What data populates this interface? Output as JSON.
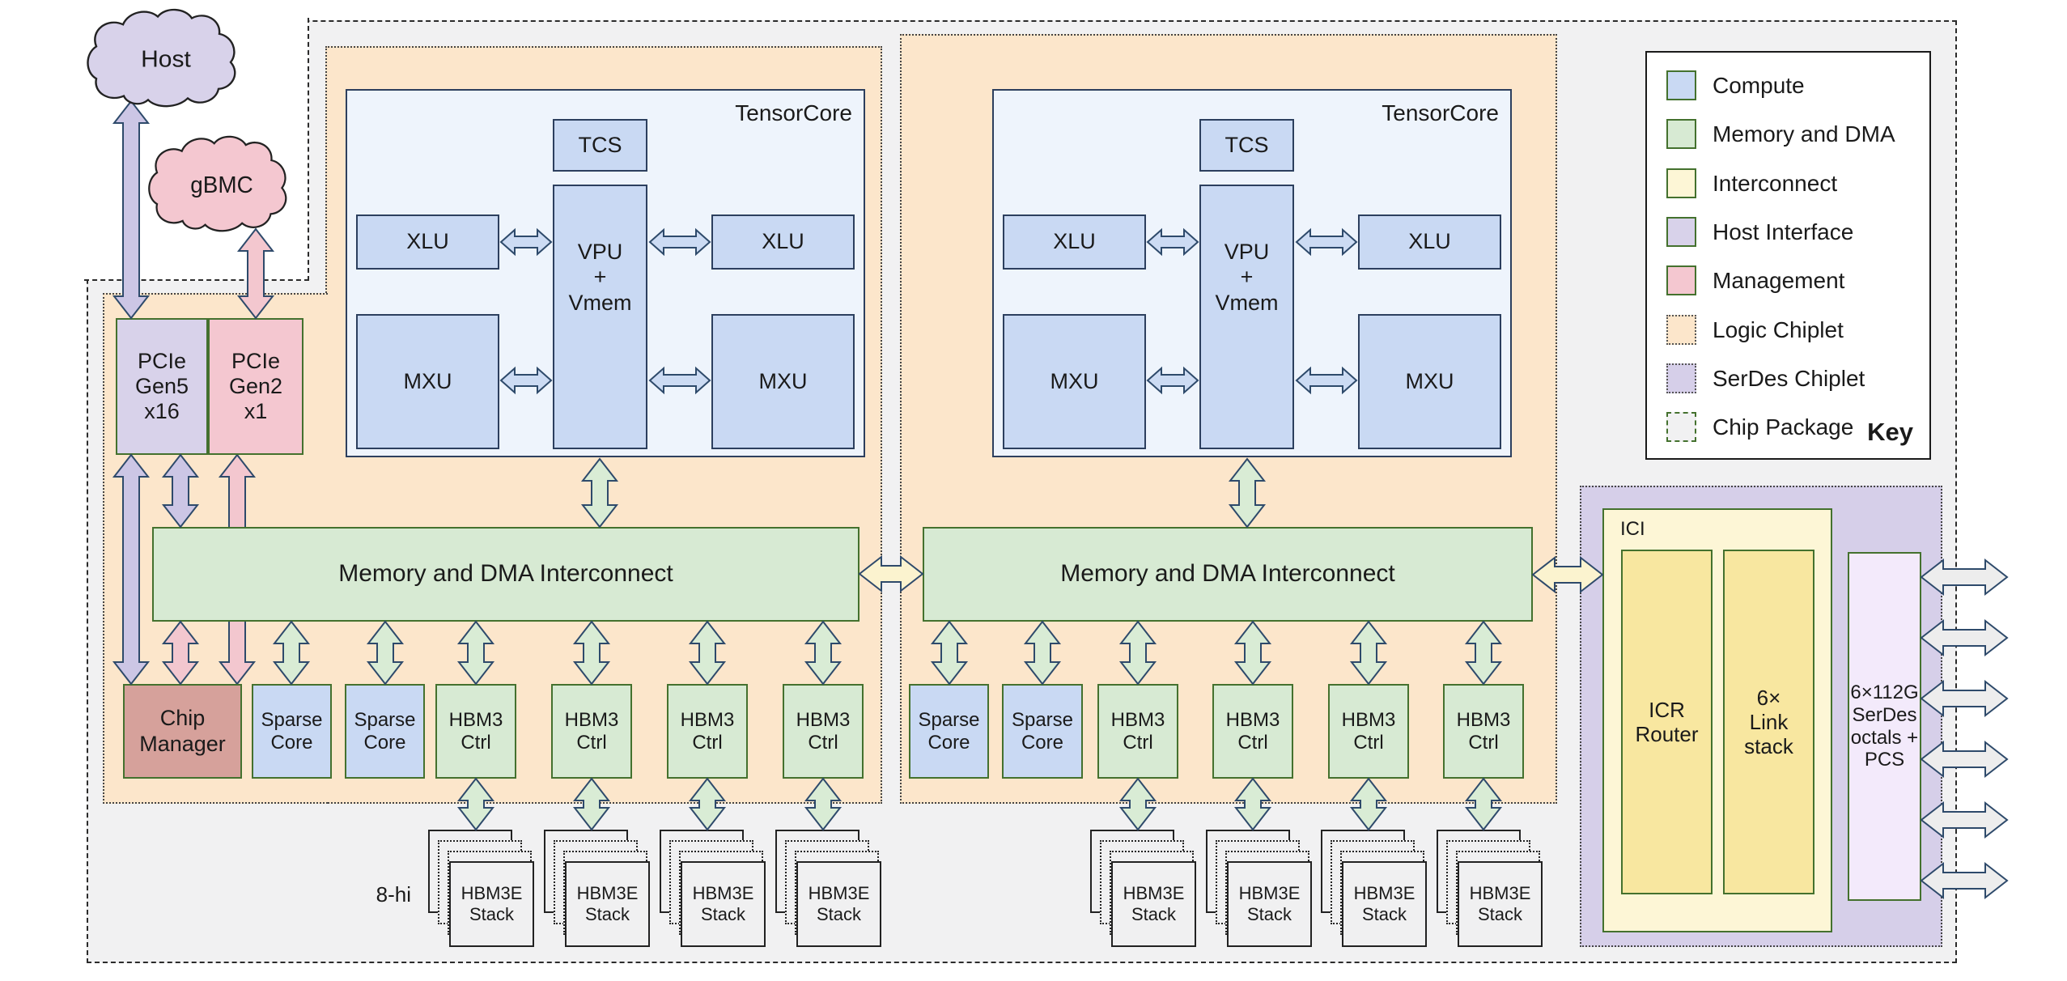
{
  "clouds": {
    "host": "Host",
    "gbmc": "gBMC"
  },
  "pcie": {
    "gen5": "PCIe\nGen5\nx16",
    "gen2": "PCIe\nGen2\nx1"
  },
  "tensorcore": {
    "label": "TensorCore",
    "tcs": "TCS",
    "vpu": "VPU\n+\nVmem",
    "xlu": "XLU",
    "mxu": "MXU"
  },
  "interconnect": {
    "label": "Memory and DMA Interconnect"
  },
  "row": {
    "chip_manager": "Chip\nManager",
    "sparse_core": "Sparse\nCore",
    "hbm_ctrl": "HBM3\nCtrl"
  },
  "hbm": {
    "stack": "HBM3E\nStack",
    "height_label": "8-hi"
  },
  "ici": {
    "label": "ICI",
    "router": "ICR\nRouter",
    "link_stack": "6×\nLink\nstack"
  },
  "serdes": {
    "box": "6×112G\nSerDes\noctals +\nPCS"
  },
  "key": {
    "title": "Key",
    "entries": [
      {
        "label": "Compute",
        "swatch": "compute"
      },
      {
        "label": "Memory and DMA",
        "swatch": "memory"
      },
      {
        "label": "Interconnect",
        "swatch": "interconnect"
      },
      {
        "label": "Host Interface",
        "swatch": "host"
      },
      {
        "label": "Management",
        "swatch": "management"
      },
      {
        "label": "Logic Chiplet",
        "swatch": "logic-chiplet"
      },
      {
        "label": "SerDes Chiplet",
        "swatch": "serdes-chiplet"
      },
      {
        "label": "Chip Package",
        "swatch": "chip-package"
      }
    ]
  },
  "colors": {
    "compute": "#c9d9f3",
    "memory": "#d7ead3",
    "interconnect-fill": "#fdf6d6",
    "interconnect-inner": "#f8e7a0",
    "host": "#d8d2ea",
    "management": "#f4c7d0",
    "chip-manager": "#d6a19b",
    "logic-chiplet": "#fce6cb",
    "serdes-chiplet": "#d6cfe9",
    "serdes-box": "#f3eafb",
    "package": "#f1f1f2",
    "stack-gray": "#f0f0f1",
    "arrow-green": "#d9ecd5",
    "arrow-lavender": "#ccc6e5",
    "arrow-pink": "#f3c7cf",
    "arrow-cream": "#fbf3cf",
    "arrow-gray": "#ededed",
    "arrow-blue": "#ccdbf3",
    "arrow-outline": "#2e4a6b",
    "border-green": "#44712e",
    "border-navy": "#2c3f5e"
  }
}
